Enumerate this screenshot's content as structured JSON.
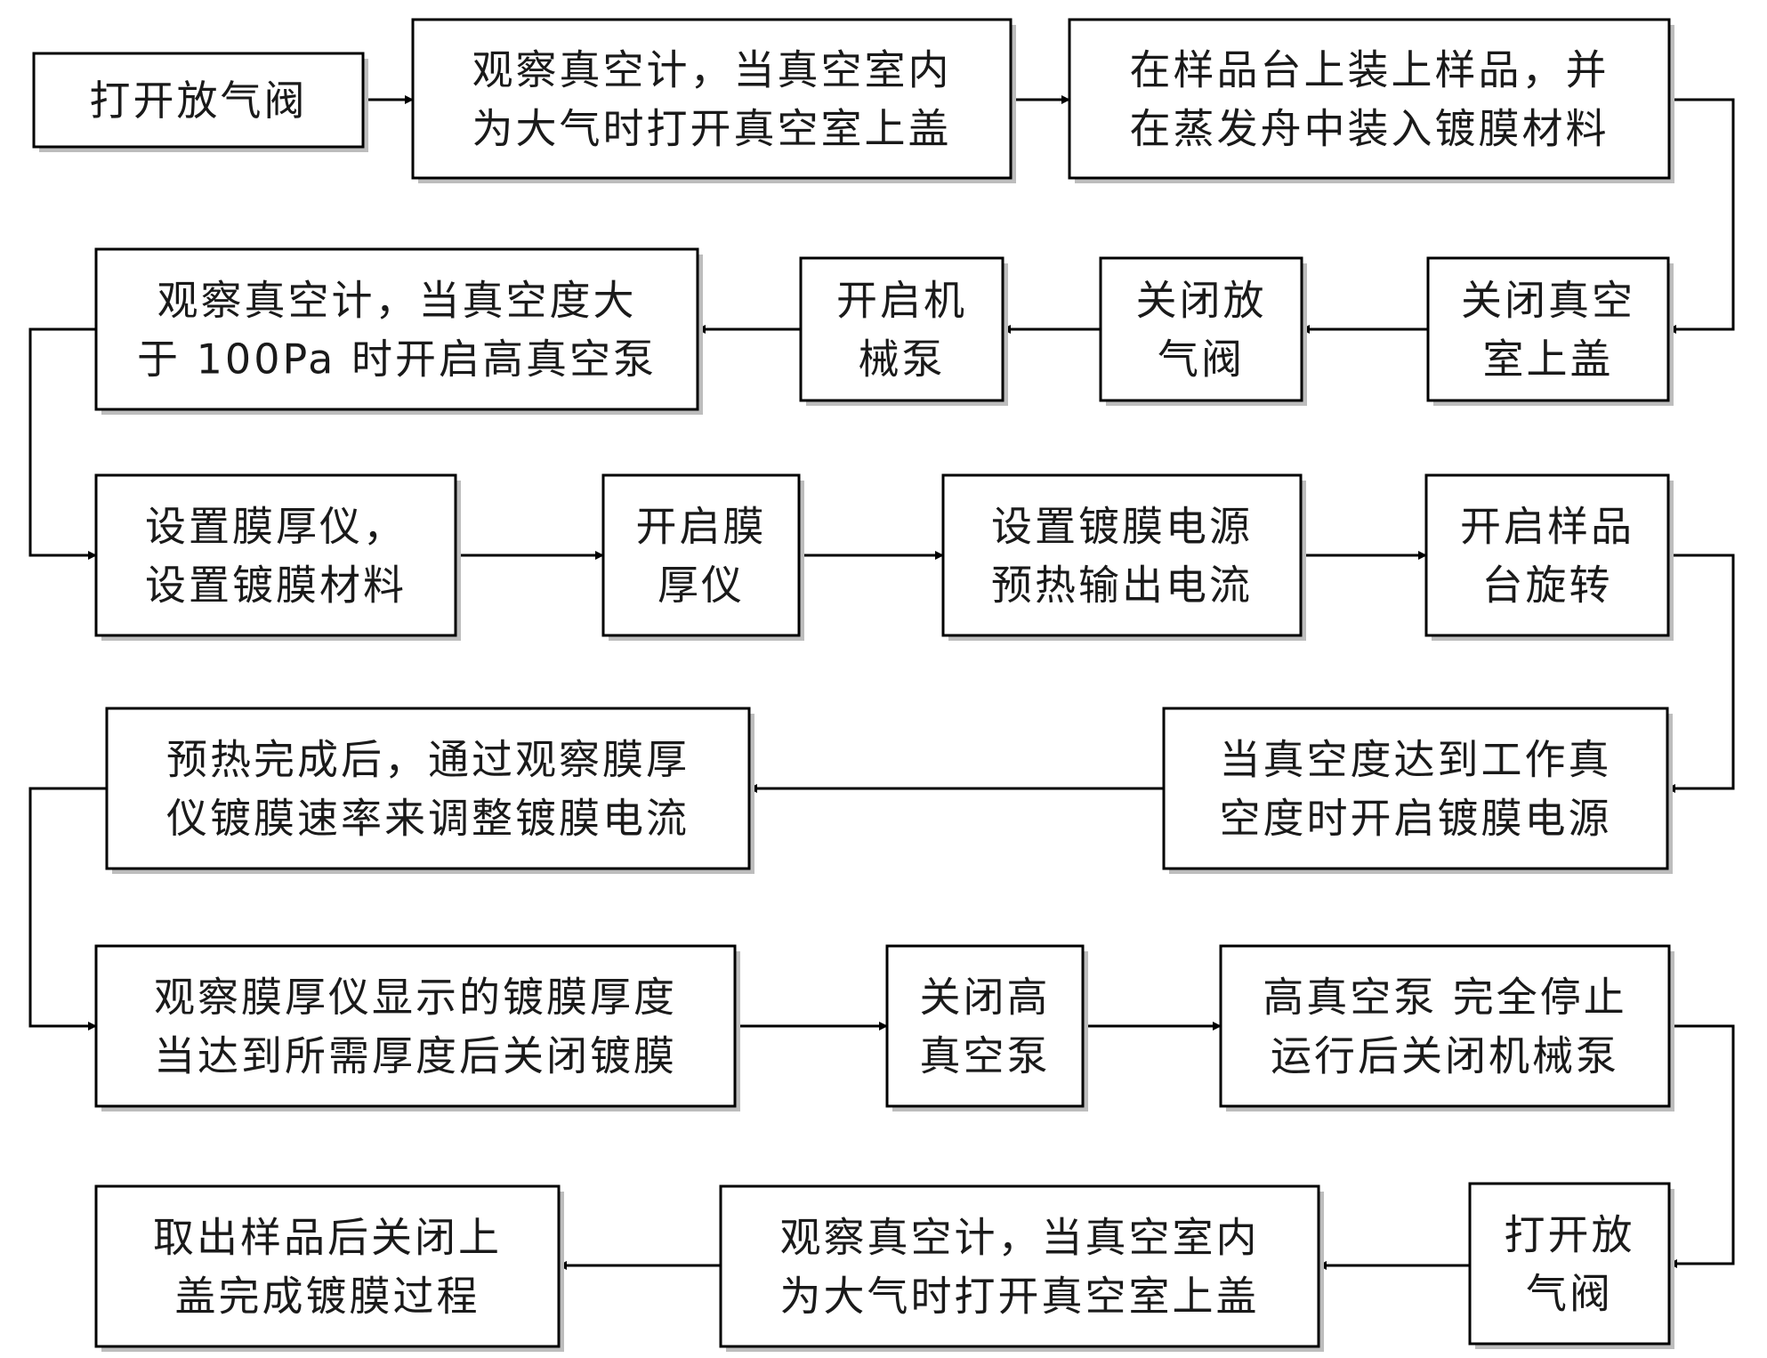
{
  "steps": [
    {
      "id": "s1",
      "lines": [
        "打开放气阀"
      ]
    },
    {
      "id": "s2",
      "lines": [
        "观察真空计，当真空室内",
        "为大气时打开真空室上盖"
      ]
    },
    {
      "id": "s3",
      "lines": [
        "在样品台上装上样品，并",
        "在蒸发舟中装入镀膜材料"
      ]
    },
    {
      "id": "s4",
      "lines": [
        "关闭真空",
        "室上盖"
      ]
    },
    {
      "id": "s5",
      "lines": [
        "关闭放",
        "气阀"
      ]
    },
    {
      "id": "s6",
      "lines": [
        "开启机",
        "械泵"
      ]
    },
    {
      "id": "s7",
      "lines": [
        "观察真空计，当真空度大",
        "于 100Pa 时开启高真空泵"
      ]
    },
    {
      "id": "s8",
      "lines": [
        "设置膜厚仪，",
        "设置镀膜材料"
      ]
    },
    {
      "id": "s9",
      "lines": [
        "开启膜",
        "厚仪"
      ]
    },
    {
      "id": "s10",
      "lines": [
        "设置镀膜电源",
        "预热输出电流"
      ]
    },
    {
      "id": "s11",
      "lines": [
        "开启样品",
        "台旋转"
      ]
    },
    {
      "id": "s12",
      "lines": [
        "当真空度达到工作真",
        "空度时开启镀膜电源"
      ]
    },
    {
      "id": "s13",
      "lines": [
        "预热完成后，通过观察膜厚",
        "仪镀膜速率来调整镀膜电流"
      ]
    },
    {
      "id": "s14",
      "lines": [
        "观察膜厚仪显示的镀膜厚度",
        "当达到所需厚度后关闭镀膜"
      ]
    },
    {
      "id": "s15",
      "lines": [
        "关闭高",
        "真空泵"
      ]
    },
    {
      "id": "s16",
      "lines": [
        "高真空泵 完全停止",
        "运行后关闭机械泵"
      ]
    },
    {
      "id": "s17",
      "lines": [
        "打开放",
        "气阀"
      ]
    },
    {
      "id": "s18",
      "lines": [
        "观察真空计，当真空室内",
        "为大气时打开真空室上盖"
      ]
    },
    {
      "id": "s19",
      "lines": [
        "取出样品后关闭上",
        "盖完成镀膜过程"
      ]
    }
  ],
  "flow": [
    [
      "s1",
      "s2"
    ],
    [
      "s2",
      "s3"
    ],
    [
      "s3",
      "s4"
    ],
    [
      "s4",
      "s5"
    ],
    [
      "s5",
      "s6"
    ],
    [
      "s6",
      "s7"
    ],
    [
      "s7",
      "s8"
    ],
    [
      "s8",
      "s9"
    ],
    [
      "s9",
      "s10"
    ],
    [
      "s10",
      "s11"
    ],
    [
      "s11",
      "s12"
    ],
    [
      "s12",
      "s13"
    ],
    [
      "s13",
      "s14"
    ],
    [
      "s14",
      "s15"
    ],
    [
      "s15",
      "s16"
    ],
    [
      "s16",
      "s17"
    ],
    [
      "s17",
      "s18"
    ],
    [
      "s18",
      "s19"
    ]
  ],
  "colors": {
    "box_fill": "#ffffff",
    "box_stroke": "#000000",
    "shadow": "#bdbdbd",
    "text": "#1a1a1a",
    "arrow": "#000000"
  }
}
